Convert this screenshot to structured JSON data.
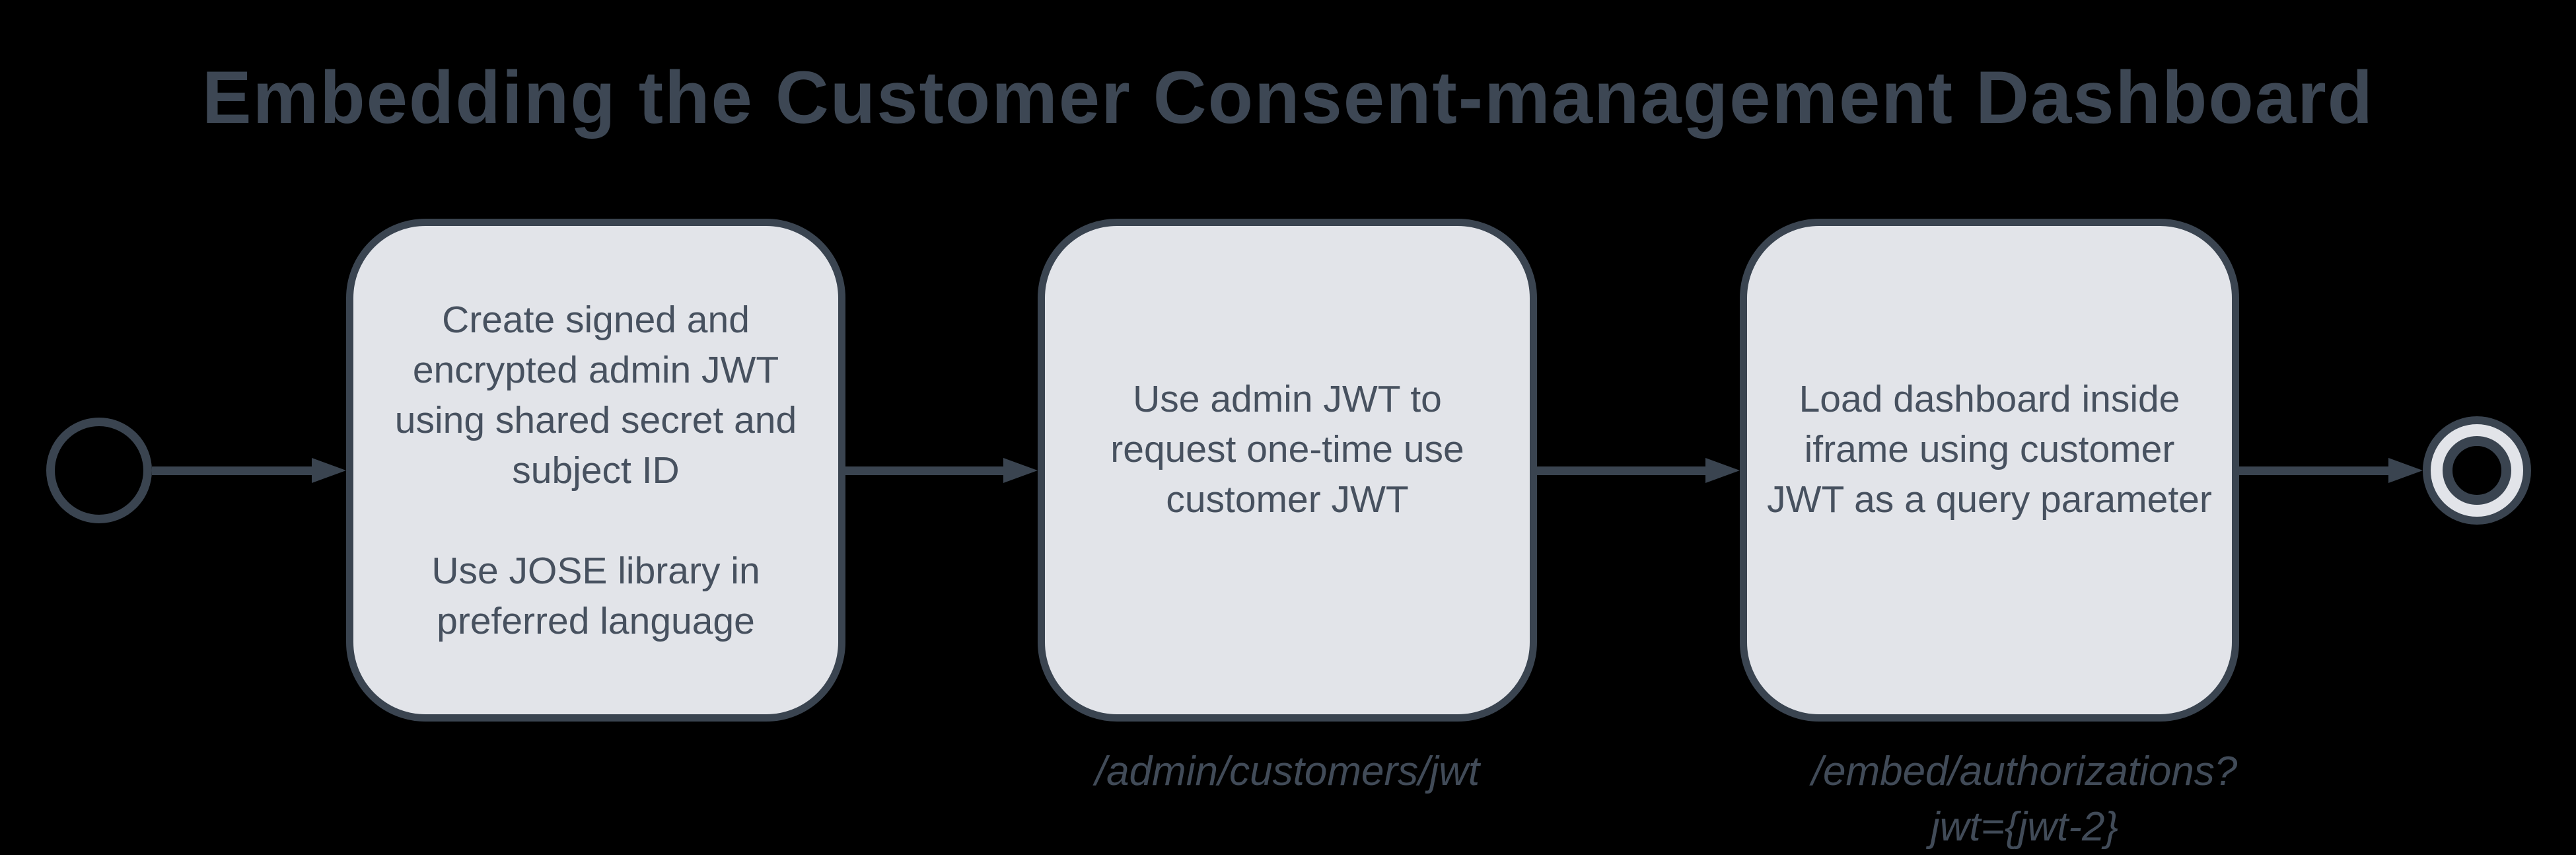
{
  "title": "Embedding the Customer Consent-management Dashboard",
  "colors": {
    "background": "#000000",
    "stroke": "#3a4450",
    "node_fill": "#e2e4e9",
    "title_text": "#3d4754",
    "node_text": "#47515f",
    "caption_text": "#414b58"
  },
  "flow": {
    "boxes": [
      {
        "lines": [
          "Create signed and",
          "encrypted admin JWT",
          "using shared secret and",
          "subject ID",
          "",
          "Use JOSE library in",
          "preferred language"
        ],
        "caption": ""
      },
      {
        "lines": [
          "Use admin JWT to",
          "request one-time use",
          "customer JWT"
        ],
        "caption": "/admin/customers/jwt"
      },
      {
        "lines": [
          "Load dashboard inside",
          "iframe using customer",
          "JWT as a query parameter"
        ],
        "caption": "/embed/authorizations?jwt={jwt-2}"
      }
    ]
  }
}
